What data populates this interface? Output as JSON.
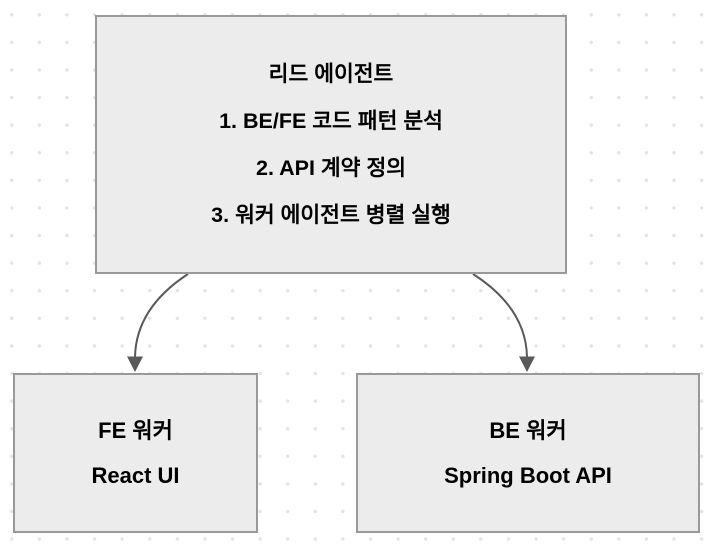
{
  "canvas": {
    "type": "diagram-editor-canvas",
    "background_color": "#ffffff",
    "grid_dot_color": "#e3e3e3"
  },
  "diagram": {
    "lead_agent": {
      "title": "리드 에이전트",
      "steps": [
        "1. BE/FE 코드 패턴 분석",
        "2. API 계약 정의",
        "3. 워커 에이전트 병렬 실행"
      ]
    },
    "fe_worker": {
      "title": "FE 워커",
      "subtitle": "React UI"
    },
    "be_worker": {
      "title": "BE 워커",
      "subtitle": "Spring Boot API"
    },
    "edges": [
      {
        "from": "lead_agent",
        "to": "fe_worker",
        "style": "curved",
        "arrowhead": "filled-triangle"
      },
      {
        "from": "lead_agent",
        "to": "be_worker",
        "style": "curved",
        "arrowhead": "filled-triangle"
      }
    ],
    "colors": {
      "node_fill": "#ececec",
      "node_border": "#999999",
      "edge": "#595959",
      "text": "#000000"
    }
  }
}
